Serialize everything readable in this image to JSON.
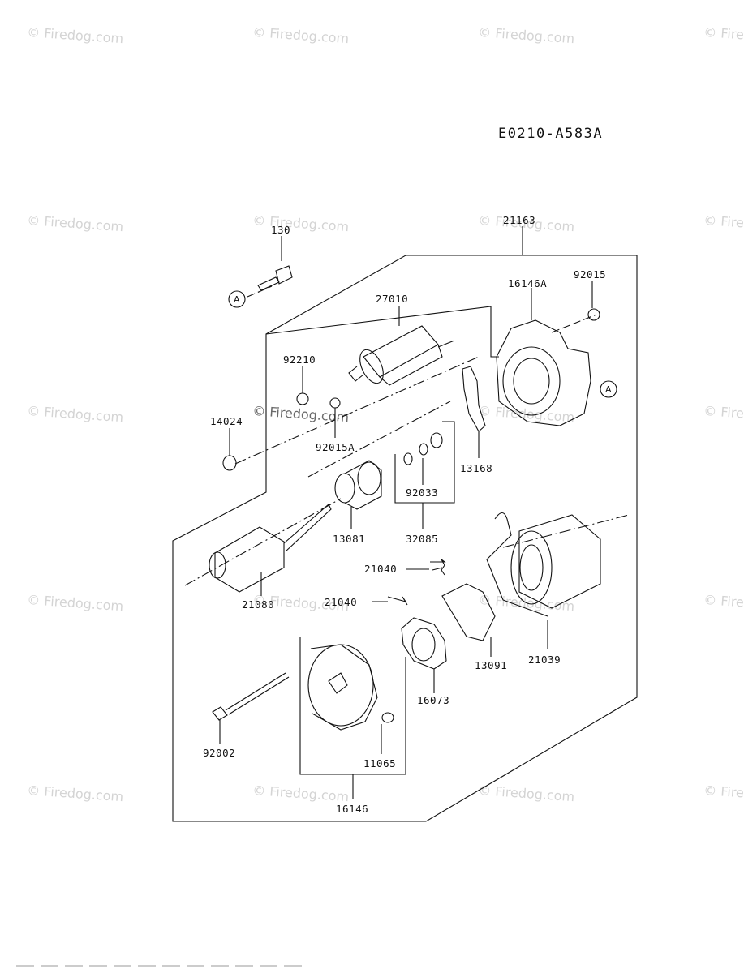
{
  "diagram_code": "E0210-A583A",
  "watermark": "© Firedog.com",
  "ref_marker": "A",
  "parts": {
    "p130": "130",
    "p21163": "21163",
    "p16146A": "16146A",
    "p92015": "92015",
    "p27010": "27010",
    "p92210": "92210",
    "p14024": "14024",
    "p92015A": "92015A",
    "p13168": "13168",
    "p92033": "92033",
    "p13081": "13081",
    "p32085": "32085",
    "p21080": "21080",
    "p21040a": "21040",
    "p21040b": "21040",
    "p13091": "13091",
    "p21039": "21039",
    "p16073": "16073",
    "p92002": "92002",
    "p11065": "11065",
    "p16146": "16146"
  }
}
